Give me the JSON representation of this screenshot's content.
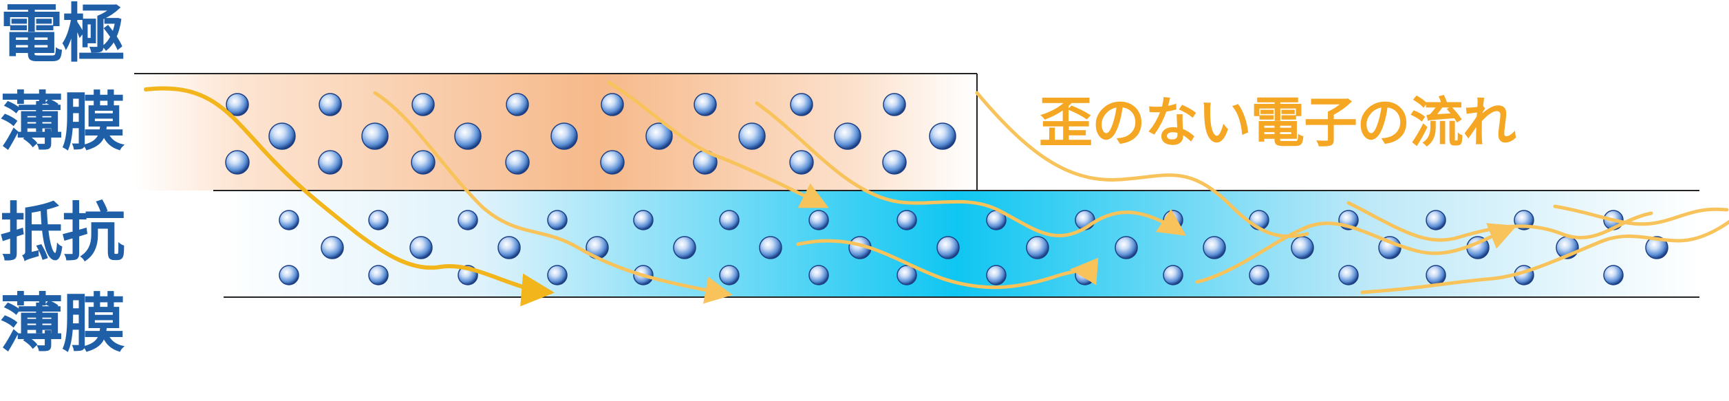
{
  "labels": {
    "electrode_line1": "電極",
    "electrode_line2": "薄膜",
    "resistor_line1": "抵抗",
    "resistor_line2": "薄膜"
  },
  "caption": "歪のない電子の流れ",
  "colors": {
    "label_blue": "#1f5fa8",
    "caption_orange": "#f5a623",
    "electrode_gradient": "#f6b98a",
    "resistor_gradient": "#0fc6f2",
    "arrow_yellow": "#f2b51c",
    "particle_blue": "#5b8fd6"
  },
  "icons": {
    "particle": "electron-sphere",
    "arrow": "electron-flow-arrow"
  }
}
